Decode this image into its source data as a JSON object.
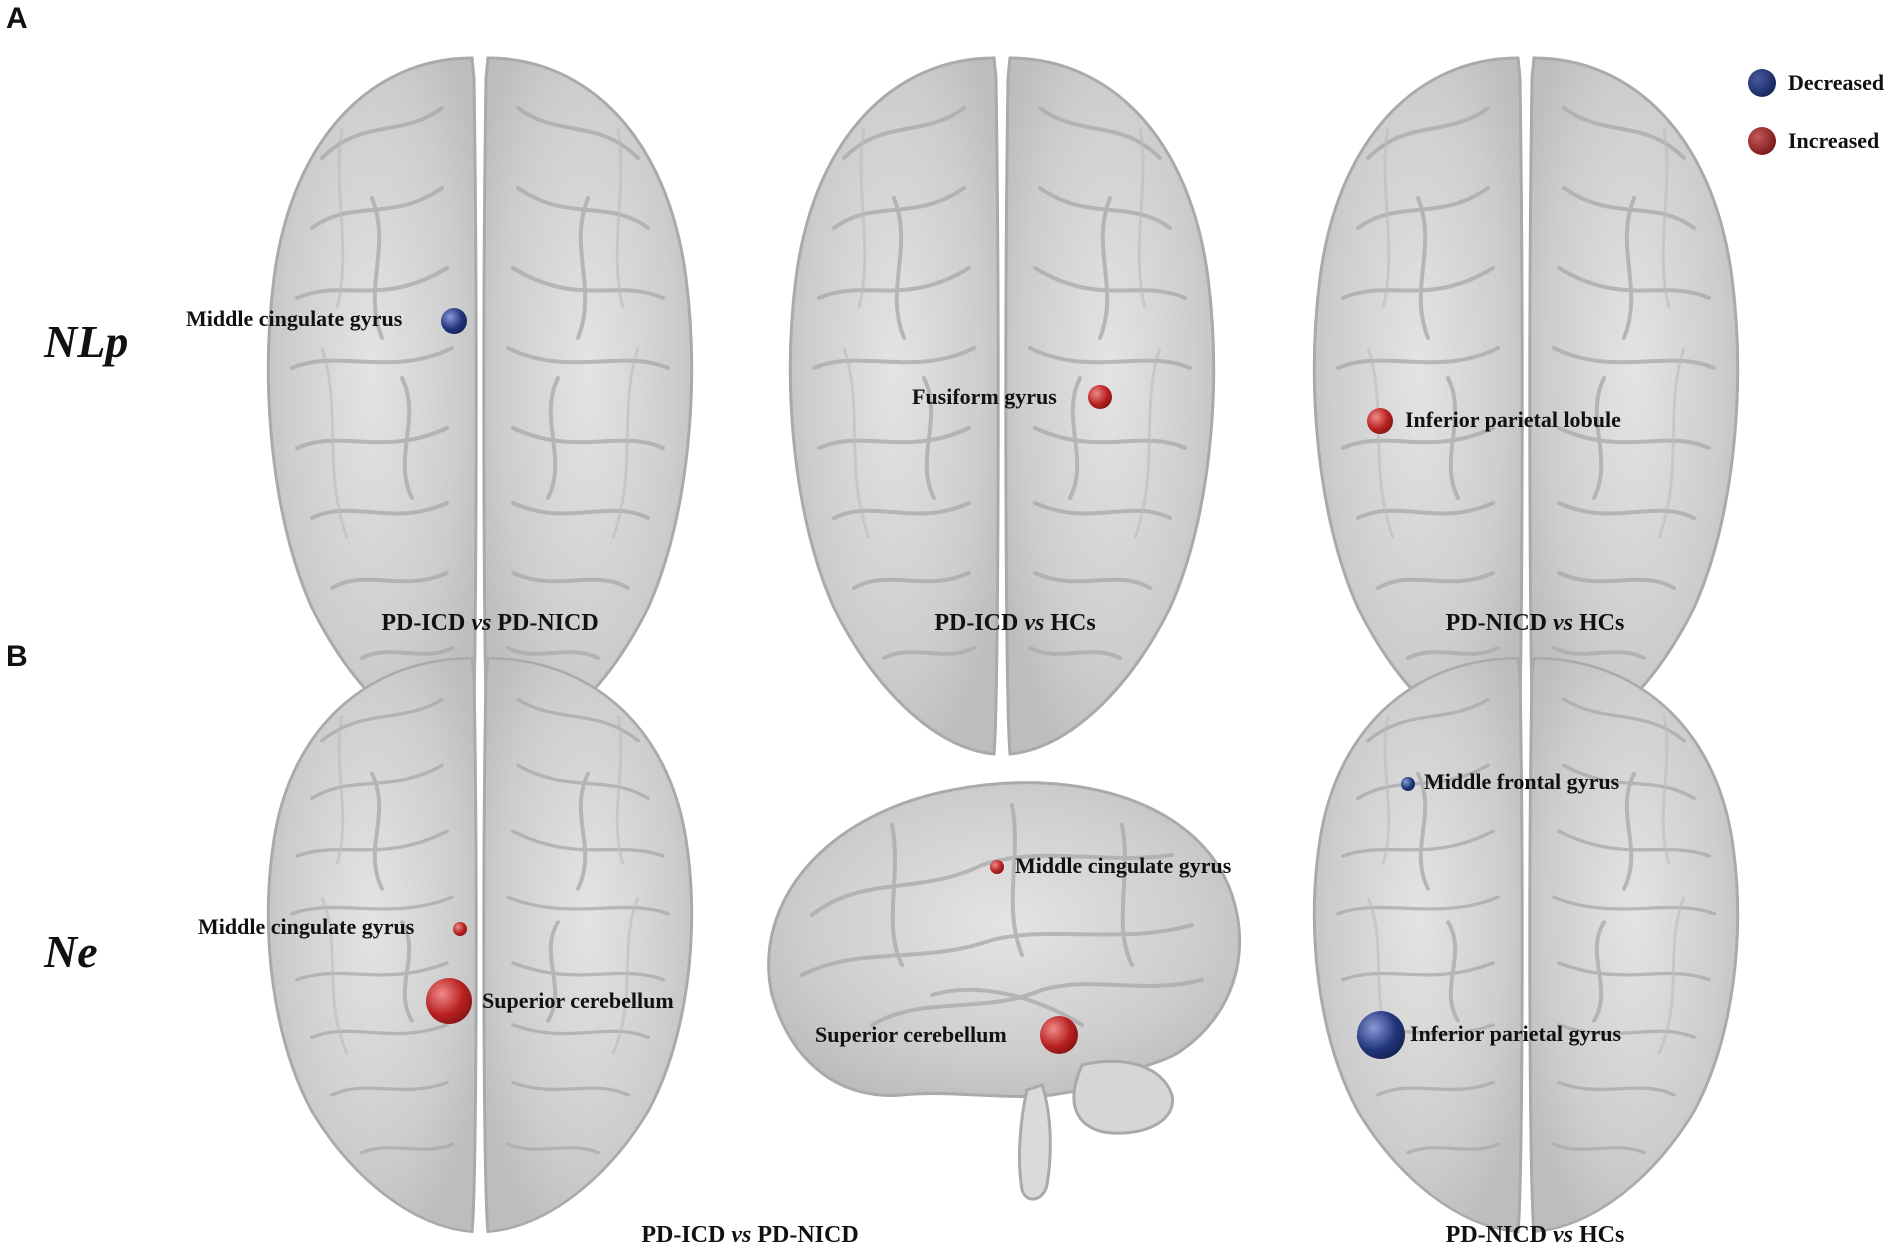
{
  "panels": {
    "a": {
      "letter": "A",
      "row_label": "NLp",
      "captions": [
        {
          "left": "PD-ICD ",
          "mid": "vs",
          "right": " PD-NICD"
        },
        {
          "left": "PD-ICD ",
          "mid": "vs",
          "right": " HCs"
        },
        {
          "left": "PD-NICD ",
          "mid": "vs",
          "right": " HCs"
        }
      ],
      "labels": [
        "Middle cingulate gyrus",
        "Fusiform gyrus",
        "Inferior parietal lobule"
      ]
    },
    "b": {
      "letter": "B",
      "row_label": "Ne",
      "captions": [
        {
          "left": "PD-ICD ",
          "mid": "vs",
          "right": " PD-NICD"
        },
        {
          "left": "PD-NICD ",
          "mid": "vs",
          "right": " HCs"
        }
      ],
      "labels": [
        "Middle cingulate gyrus",
        "Superior cerebellum",
        "Middle cingulate gyrus",
        "Superior cerebellum",
        "Middle frontal gyrus",
        "Inferior parietal gyrus"
      ]
    }
  },
  "legend": [
    {
      "label": "Decreased",
      "color": "#1f2f6b"
    },
    {
      "label": "Increased",
      "color": "#8a2424"
    }
  ],
  "colors": {
    "decreased": "#1f2f6b",
    "increased": "#a01e1e",
    "brain_fill": "#cfcfcf",
    "brain_stroke": "#a8a8a8"
  }
}
